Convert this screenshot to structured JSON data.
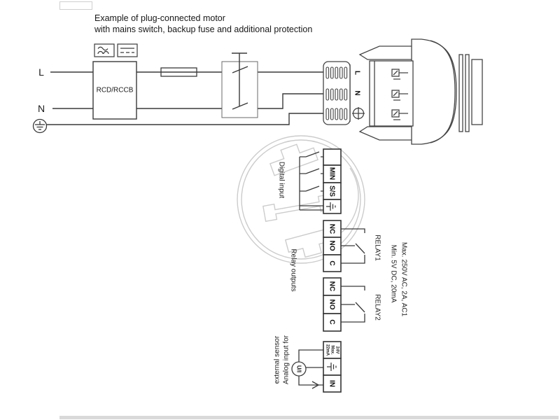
{
  "header": {
    "line1": "Example of plug-connected motor",
    "line2": "with mains switch, backup fuse and additional protection"
  },
  "mains": {
    "l_label": "L",
    "n_label": "N",
    "rcd_label": "RCD/RCCB"
  },
  "plug": {
    "l_label": "L",
    "n_label": "N"
  },
  "digital_input": {
    "section_label": "Digital input",
    "terminals": [
      "",
      "MIN",
      "S/S"
    ]
  },
  "relay_outputs": {
    "section_label": "Relay outputs",
    "relay1": {
      "name": "RELAY1",
      "terminals": [
        "NC",
        "NO",
        "C"
      ]
    },
    "relay2": {
      "name": "RELAY2",
      "terminals": [
        "NC",
        "NO",
        "C"
      ]
    },
    "rating_max": "Max. 250V AC, 2A, AC1",
    "rating_min": "Min. 5V DC, 20mA"
  },
  "analog_input": {
    "label_line1": "Analog input for",
    "label_line2": "external sensor",
    "supply_label": "24V\nMax.\n22mA",
    "in_label": "IN",
    "sensor_label": "U/I"
  },
  "colors": {
    "line": "#3a3a3a",
    "text": "#1a1a1a",
    "watermark": "#cccccc"
  }
}
